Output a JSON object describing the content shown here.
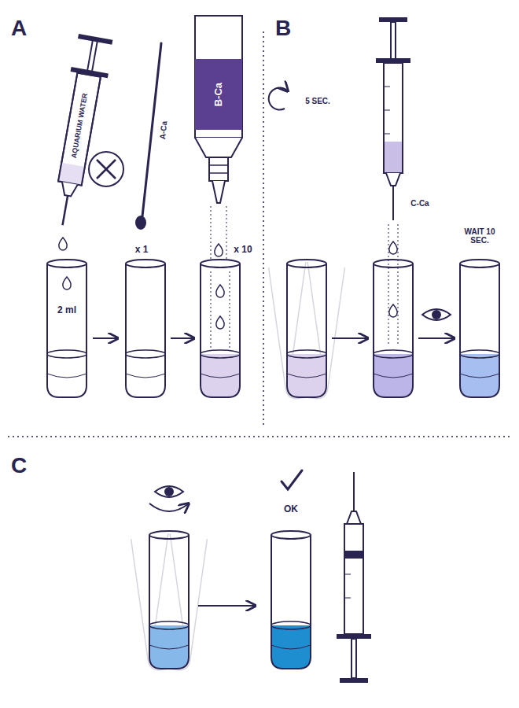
{
  "diagram": {
    "labels": [
      "A",
      "AQUARIUM WATER",
      "A-Ca",
      "B-Ca",
      "2 ml",
      "x 1",
      "x 10",
      "B",
      "5 SEC.",
      "C-Ca",
      "WAIT 10 SEC.",
      "C",
      "OK"
    ]
  }
}
